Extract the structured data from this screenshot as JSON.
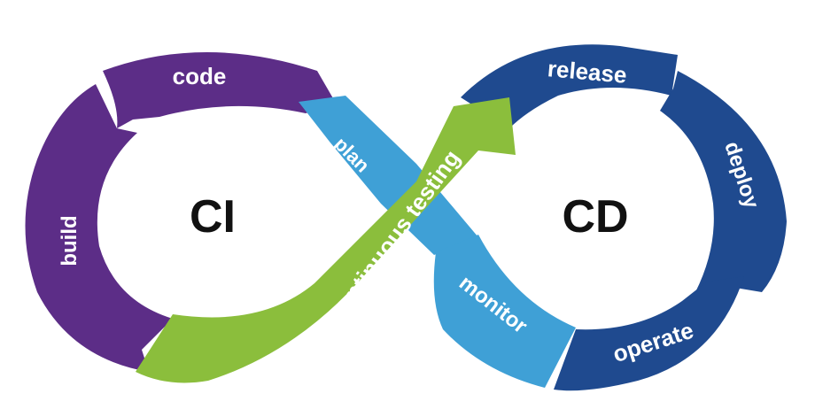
{
  "diagram": {
    "left_hub": "CI",
    "right_hub": "CD",
    "stages": {
      "code": "code",
      "build": "build",
      "plan": "plan",
      "continuous_testing": "continuous testing",
      "monitor": "monitor",
      "release": "release",
      "deploy": "deploy",
      "operate": "operate"
    }
  },
  "colors": {
    "purple": "#5c2d87",
    "light_blue": "#3fa0d6",
    "green": "#8bbe3c",
    "navy": "#1f4a8f",
    "hub_text": "#111111"
  }
}
